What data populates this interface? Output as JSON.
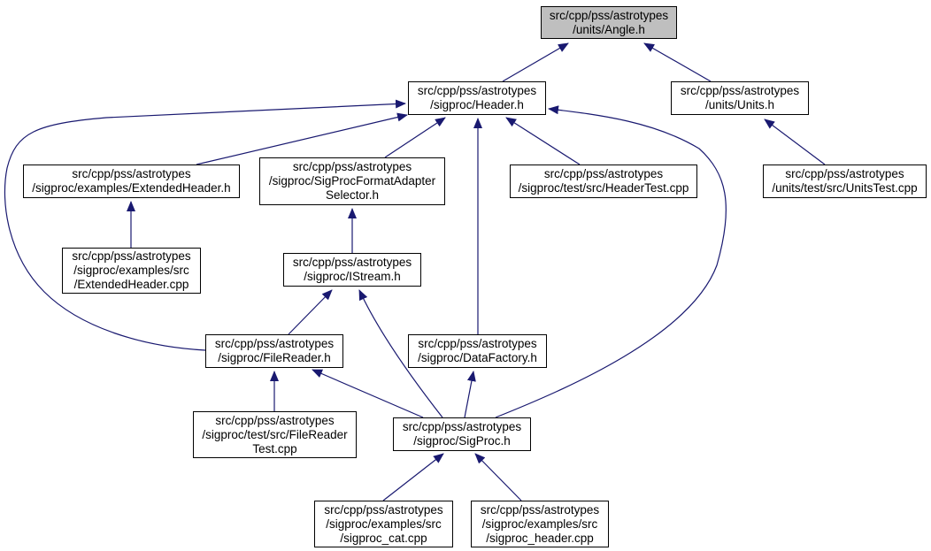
{
  "nodes": {
    "angle": "src/cpp/pss/astrotypes\n/units/Angle.h",
    "header": "src/cpp/pss/astrotypes\n/sigproc/Header.h",
    "units": "src/cpp/pss/astrotypes\n/units/Units.h",
    "extended_header_h": "src/cpp/pss/astrotypes\n/sigproc/examples/ExtendedHeader.h",
    "format_adapter_selector": "src/cpp/pss/astrotypes\n/sigproc/SigProcFormatAdapter\nSelector.h",
    "header_test": "src/cpp/pss/astrotypes\n/sigproc/test/src/HeaderTest.cpp",
    "units_test": "src/cpp/pss/astrotypes\n/units/test/src/UnitsTest.cpp",
    "extended_header_cpp": "src/cpp/pss/astrotypes\n/sigproc/examples/src\n/ExtendedHeader.cpp",
    "istream": "src/cpp/pss/astrotypes\n/sigproc/IStream.h",
    "file_reader": "src/cpp/pss/astrotypes\n/sigproc/FileReader.h",
    "data_factory": "src/cpp/pss/astrotypes\n/sigproc/DataFactory.h",
    "file_reader_test": "src/cpp/pss/astrotypes\n/sigproc/test/src/FileReader\nTest.cpp",
    "sigproc": "src/cpp/pss/astrotypes\n/sigproc/SigProc.h",
    "sigproc_cat": "src/cpp/pss/astrotypes\n/sigproc/examples/src\n/sigproc_cat.cpp",
    "sigproc_header": "src/cpp/pss/astrotypes\n/sigproc/examples/src\n/sigproc_header.cpp"
  },
  "colors": {
    "edge": "#191970",
    "highlight_fill": "#bfbfbf",
    "node_border": "#000000"
  }
}
